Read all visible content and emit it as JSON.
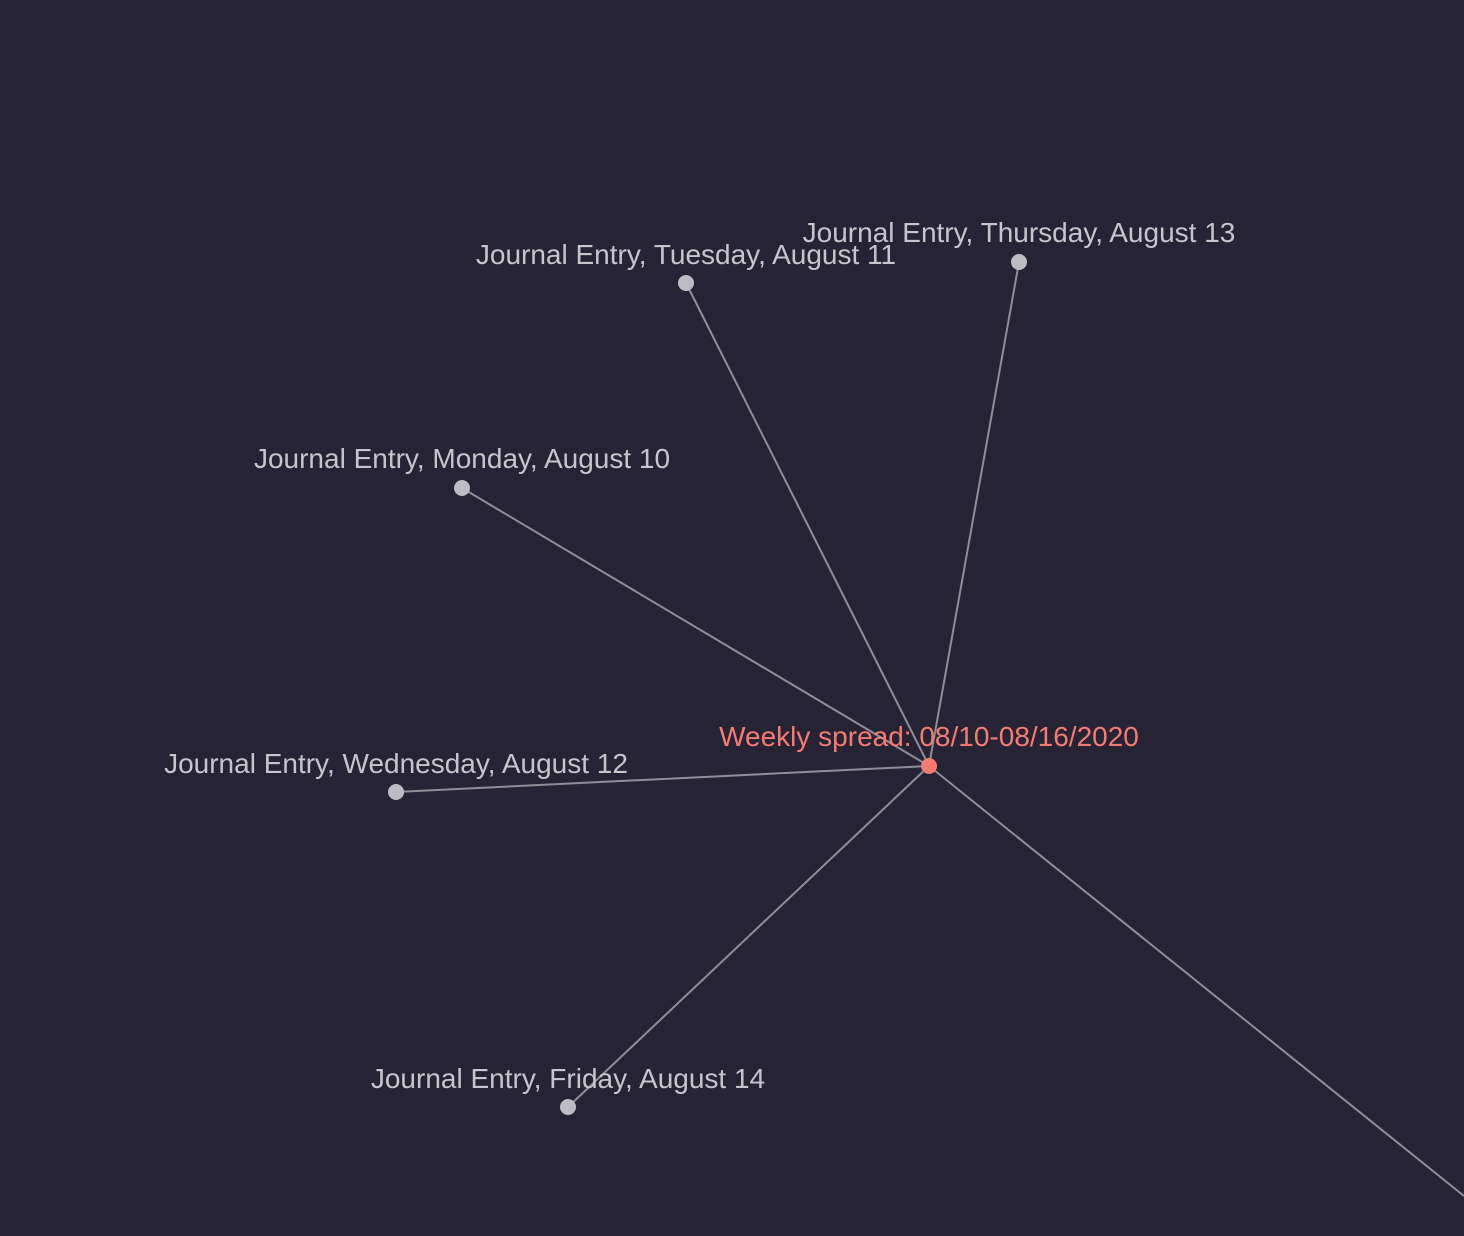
{
  "graph": {
    "colors": {
      "background": "#262434",
      "edge": "#8f8d98",
      "node": "#bdbcc2",
      "label": "#c6c5cb",
      "center_node": "#f57a72",
      "center_label": "#f57a72"
    },
    "center": {
      "label": "Weekly spread: 08/10-08/16/2020"
    },
    "nodes": [
      {
        "label": "Journal Entry, Monday, August 10"
      },
      {
        "label": "Journal Entry, Tuesday, August 11"
      },
      {
        "label": "Journal Entry, Wednesday, August 12"
      },
      {
        "label": "Journal Entry, Thursday, August 13"
      },
      {
        "label": "Journal Entry, Friday, August 14"
      }
    ],
    "offscreen_edges": 1
  }
}
